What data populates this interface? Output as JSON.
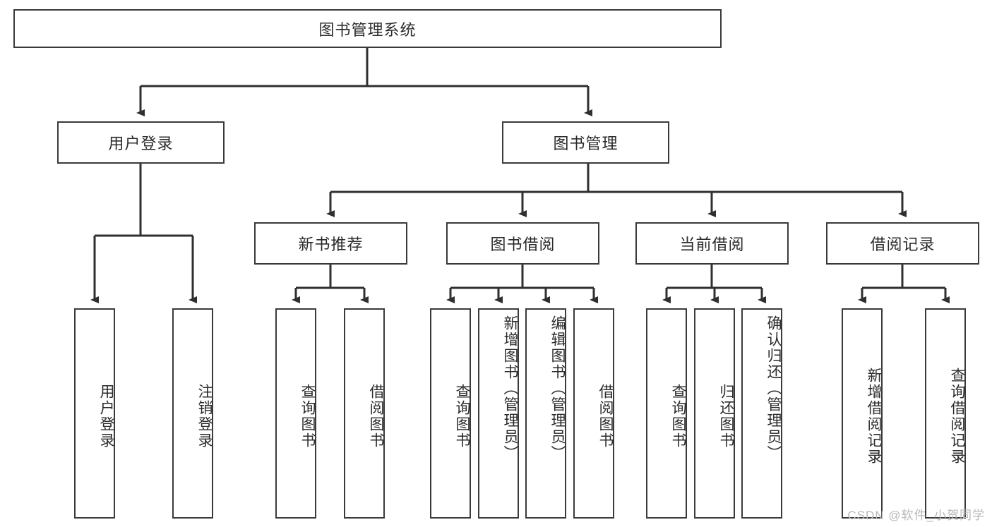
{
  "diagram": {
    "type": "tree-hierarchy",
    "title": "图书管理系统",
    "watermark": "CSDN @软件_小贺同学",
    "colors": {
      "box_border": "#3a3a3a",
      "box_fill": "#ffffff",
      "text": "#2b2b2b",
      "connector": "#2f2f2f",
      "watermark": "#b8b8b8",
      "background": "#ffffff"
    },
    "root": {
      "label": "图书管理系统"
    },
    "level1": [
      {
        "label": "用户登录"
      },
      {
        "label": "图书管理"
      }
    ],
    "level2": [
      {
        "label": "新书推荐",
        "parent": "图书管理"
      },
      {
        "label": "图书借阅",
        "parent": "图书管理"
      },
      {
        "label": "当前借阅",
        "parent": "图书管理"
      },
      {
        "label": "借阅记录",
        "parent": "图书管理"
      }
    ],
    "leaves": {
      "user_login": [
        {
          "label": "用户登录"
        },
        {
          "label": "注销登录"
        }
      ],
      "new_book_recommend": [
        {
          "label": "查询图书"
        },
        {
          "label": "借阅图书"
        }
      ],
      "book_borrow": [
        {
          "label": "查询图书"
        },
        {
          "label": "新增图书（管理员）"
        },
        {
          "label": "编辑图书（管理员）"
        },
        {
          "label": "借阅图书"
        }
      ],
      "current_borrow": [
        {
          "label": "查询图书"
        },
        {
          "label": "归还图书"
        },
        {
          "label": "确认归还（管理员）"
        }
      ],
      "borrow_record": [
        {
          "label": "新增借阅记录"
        },
        {
          "label": "查询借阅记录"
        }
      ]
    }
  }
}
